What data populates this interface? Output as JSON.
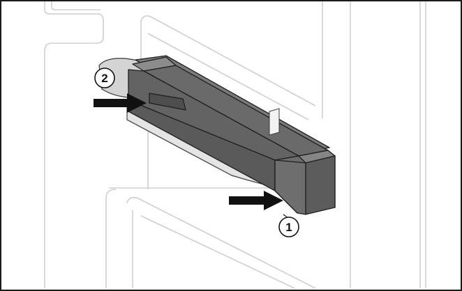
{
  "figure": {
    "callouts": [
      {
        "id": "callout-1",
        "label": "1"
      },
      {
        "id": "callout-2",
        "label": "2"
      }
    ],
    "colors": {
      "outline": "#c8c8c8",
      "part_dark": "#5e5e5e",
      "part_mid": "#6f6f6f",
      "part_light": "#8a8a8a",
      "rail": "#e3e3e3",
      "arrow": "#111111"
    }
  }
}
